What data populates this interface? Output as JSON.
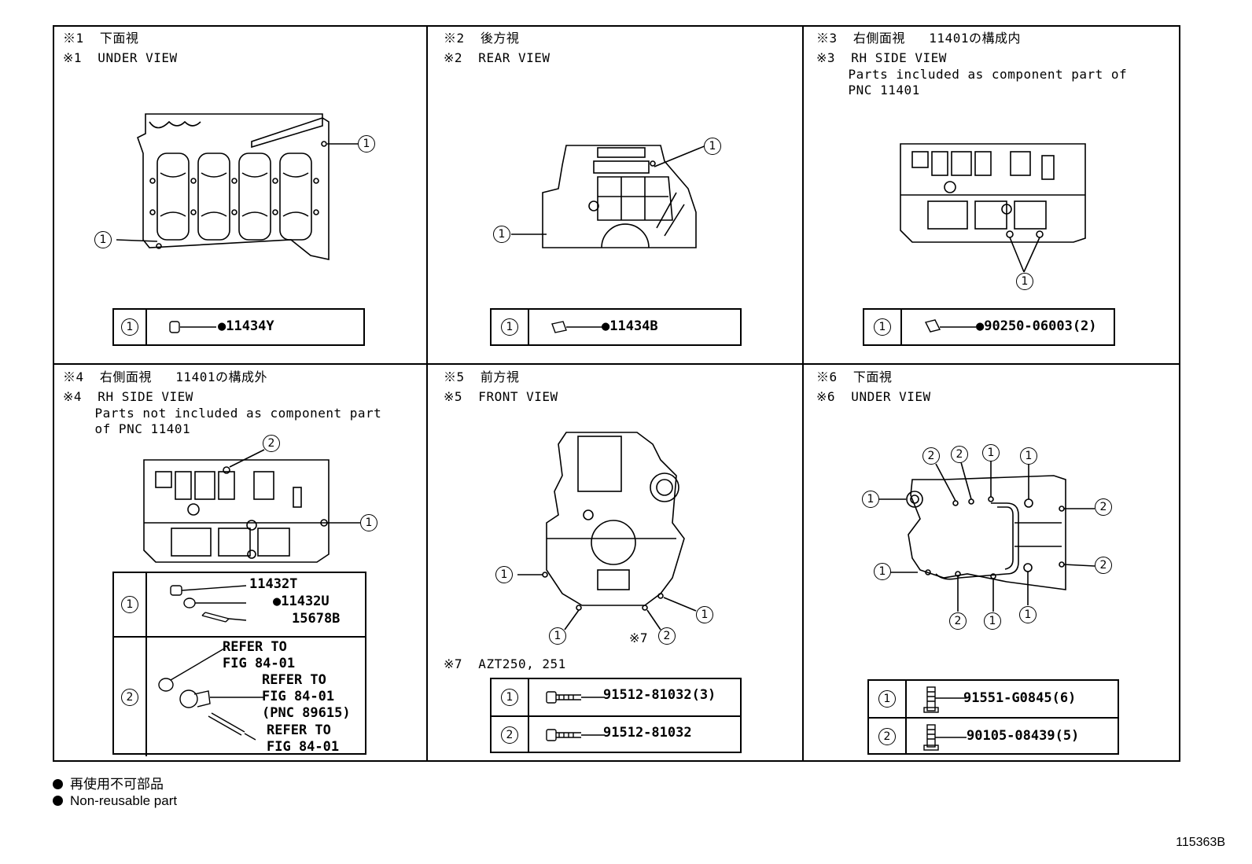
{
  "cells": {
    "c1": {
      "h1": "※1  下面視",
      "h2": "※1  UNDER VIEW",
      "callouts": [
        "1",
        "1"
      ],
      "table": [
        {
          "idx": "1",
          "part": "●11434Y"
        }
      ]
    },
    "c2": {
      "h1": "※2  後方視",
      "h2": "※2  REAR VIEW",
      "callouts": [
        "1",
        "1"
      ],
      "table": [
        {
          "idx": "1",
          "part": "●11434B"
        }
      ]
    },
    "c3": {
      "h1": "※3  右側面視   11401の構成内",
      "h2": "※3  RH SIDE VIEW",
      "h3": "    Parts included as component part of",
      "h4": "    PNC 11401",
      "callouts": [
        "1"
      ],
      "table": [
        {
          "idx": "1",
          "part": "●90250-06003(2)"
        }
      ]
    },
    "c4": {
      "h1": "※4  右側面視   11401の構成外",
      "h2": "※4  RH SIDE VIEW",
      "h3": "    Parts not included as component part",
      "h4": "    of PNC 11401",
      "callouts": [
        "2",
        "1"
      ],
      "table": [
        {
          "idx": "1",
          "parts": [
            "11432T",
            "●11432U",
            "15678B"
          ]
        },
        {
          "idx": "2",
          "refs": [
            [
              "REFER TO",
              "FIG 84-01"
            ],
            [
              "REFER TO",
              "FIG 84-01",
              "(PNC 89615)"
            ],
            [
              "REFER TO",
              "FIG 84-01"
            ]
          ]
        }
      ]
    },
    "c5": {
      "h1": "※5  前方視",
      "h2": "※5  FRONT VIEW",
      "note": "※7",
      "note2": "※7  AZT250, 251",
      "callouts": [
        "1",
        "1",
        "2",
        "1"
      ],
      "table": [
        {
          "idx": "1",
          "part": "91512-81032(3)"
        },
        {
          "idx": "2",
          "part": "91512-81032"
        }
      ]
    },
    "c6": {
      "h1": "※6  下面視",
      "h2": "※6  UNDER VIEW",
      "callouts": [
        "2",
        "2",
        "1",
        "1",
        "1",
        "2",
        "1",
        "2",
        "2",
        "1",
        "1"
      ],
      "table": [
        {
          "idx": "1",
          "part": "91551-G0845(6)"
        },
        {
          "idx": "2",
          "part": "90105-08439(5)"
        }
      ]
    }
  },
  "legend": {
    "jp": "再使用不可部品",
    "en": "Non-reusable part"
  },
  "figure_number": "115363B"
}
